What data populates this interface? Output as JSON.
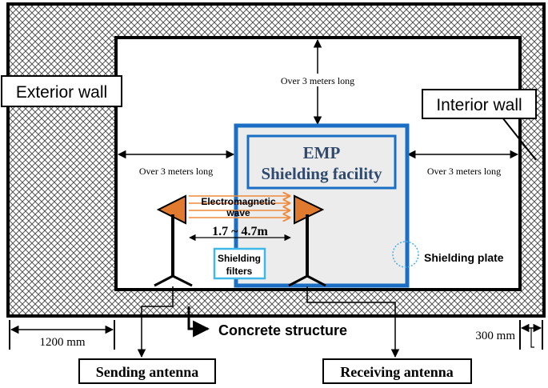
{
  "labels": {
    "exterior_wall": "Exterior wall",
    "interior_wall": "Interior wall",
    "top_distance": "Over 3 meters long",
    "left_distance": "Over 3 meters long",
    "right_distance": "Over 3 meters long",
    "facility_line1": "EMP",
    "facility_line2": "Shielding facility",
    "em_wave_line1": "Electromagnetic",
    "em_wave_line2": "wave",
    "antenna_distance": "1.7 ~ 4.7m",
    "shielding_filters_line1": "Shielding",
    "shielding_filters_line2": "filters",
    "shielding_plate": "Shielding plate",
    "concrete_structure": "Concrete structure",
    "dim_1200": "1200 mm",
    "dim_300": "300 mm",
    "sending_antenna": "Sending antenna",
    "receiving_antenna": "Receiving antenna"
  },
  "colors": {
    "facility_border": "#1a6fc4",
    "facility_fill": "#ececec",
    "facility_text": "#2f4a6e",
    "antenna_orange": "#e07a2e",
    "wave_orange": "#f08a3a",
    "filter_border": "#3fb8e8",
    "plate_circle": "#4ab0e8",
    "hatch_stroke": "#555555"
  }
}
